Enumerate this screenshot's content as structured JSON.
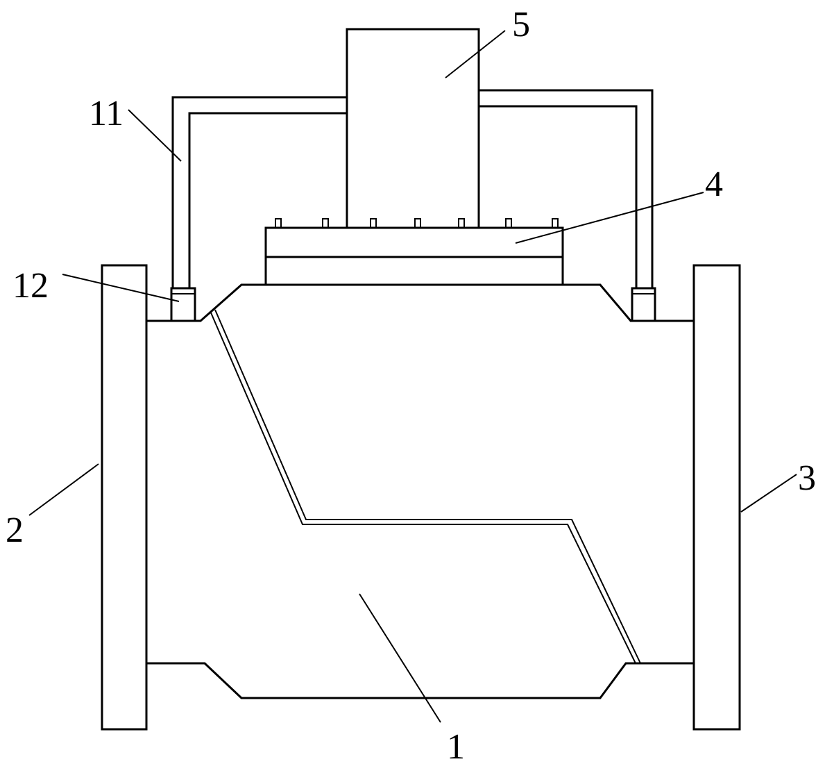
{
  "labels": {
    "body": "1",
    "left_flange": "2",
    "right_flange": "3",
    "cover": "4",
    "actuator": "5",
    "pipe": "11",
    "fitting": "12"
  },
  "colors": {
    "stroke": "#000000",
    "background": "#ffffff"
  }
}
